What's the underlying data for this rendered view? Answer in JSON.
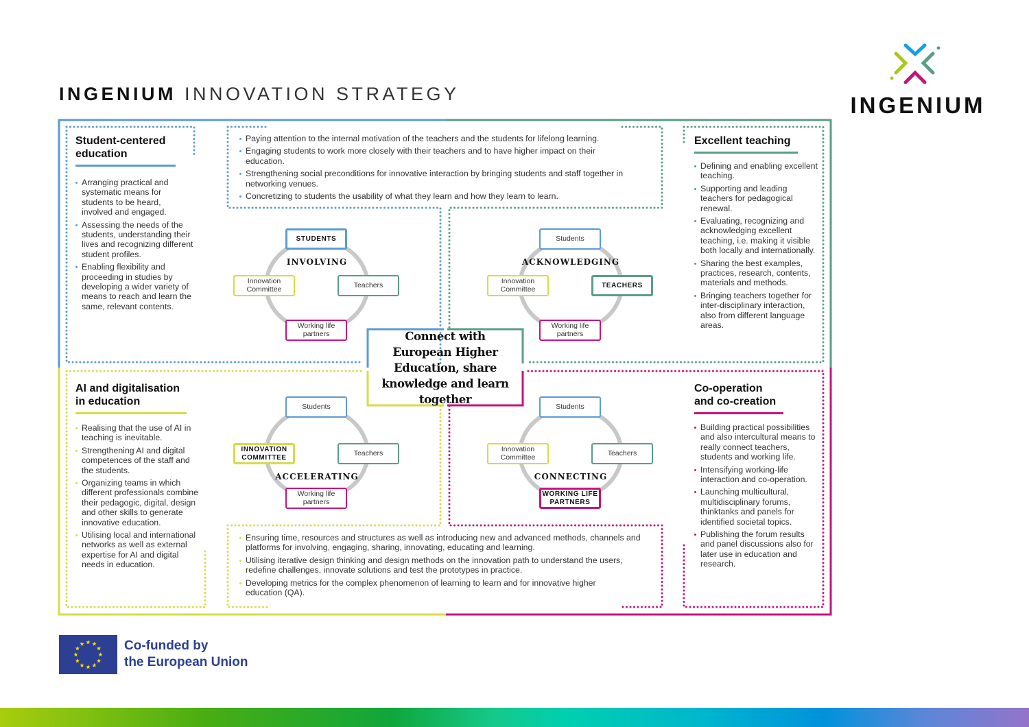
{
  "title": {
    "bold": "INGENIUM",
    "light": "INNOVATION STRATEGY"
  },
  "logo": {
    "word": "INGENIUM"
  },
  "colors": {
    "blue": "#5b9bd5",
    "green": "#5a9e84",
    "yellow": "#d7dc45",
    "magenta": "#c4147a",
    "ring": "#c8c8c8"
  },
  "quadrants": {
    "student": {
      "heading1": "Student-centered",
      "heading2": "education",
      "items": [
        "Arranging practical and systematic means for students to be heard, involved and engaged.",
        "Assessing the needs of the students, understanding their lives and recognizing different student profiles.",
        "Enabling flexibility and proceeding in studies by developing a wider variety of means to reach and learn the same, relevant contents."
      ]
    },
    "teaching": {
      "heading1": "Excellent teaching",
      "items": [
        "Defining and enabling excellent teaching.",
        "Supporting and leading teachers for pedagogical renewal.",
        "Evaluating, recognizing and acknowledging excellent teaching, i.e. making it visible both locally and internationally.",
        "Sharing the best examples, practices, research, contents, materials and methods.",
        "Bringing teachers together for inter-disciplinary interaction, also from different language areas."
      ]
    },
    "ai": {
      "heading1": "AI and digitalisation",
      "heading2": "in education",
      "items": [
        "Realising that the use of AI in teaching is inevitable.",
        "Strengthening AI and digital competences of the staff and the students.",
        "Organizing teams in which different professionals combine their pedagogic, digital, design and other skills to generate innovative education.",
        "Utilising local and international networks as well as external expertise for AI and digital needs in education."
      ]
    },
    "coop": {
      "heading1": "Co-operation",
      "heading2": "and co-creation",
      "items": [
        "Building practical possibilities and also intercultural means to really connect teachers, students and working life.",
        "Intensifying working-life interaction and co-operation.",
        "Launching multicultural, multidisciplinary forums, thinktanks and panels for identified societal topics.",
        "Publishing the forum results and panel discussions also for later use in education and research."
      ]
    }
  },
  "top_center": {
    "items": [
      "Paying attention to the internal motivation of the teachers and the students for lifelong learning.",
      "Engaging students to work more closely with their teachers and to have higher impact on their education.",
      "Strengthening social preconditions for innovative interaction by bringing students and staff together in networking venues.",
      "Concretizing to students the usability of what they learn and how they learn to learn."
    ]
  },
  "bottom_center": {
    "items": [
      "Ensuring time, resources and structures as well as introducing new and advanced methods, channels and platforms for involving, engaging, sharing, innovating, educating and learning.",
      "Utilising iterative design thinking and design methods on the innovation path to understand the users, redefine challenges, innovate solutions and test the prototypes in practice.",
      "Developing metrics for the complex phenomenon of learning to learn and for innovative higher education (QA)."
    ]
  },
  "cycles": [
    {
      "verb": "INVOLVING",
      "top": "STUDENTS",
      "left": "Innovation Committee",
      "right": "Teachers",
      "bottom": "Working life partners"
    },
    {
      "verb": "ACKNOWLEDGING",
      "top": "Students",
      "left": "Innovation Committee",
      "right": "TEACHERS",
      "bottom": "Working life partners"
    },
    {
      "verb": "ACCELERATING",
      "top": "Students",
      "left": "INNOVATION COMMITTEE",
      "right": "Teachers",
      "bottom": "Working life partners"
    },
    {
      "verb": "CONNECTING",
      "top": "Students",
      "left": "Innovation Committee",
      "right": "Teachers",
      "bottom": "WORKING LIFE PARTNERS"
    }
  ],
  "center": {
    "text": "Connect with European Higher Education, share knowledge and learn together"
  },
  "footer": {
    "line1": "Co-funded by",
    "line2": "the European Union"
  }
}
